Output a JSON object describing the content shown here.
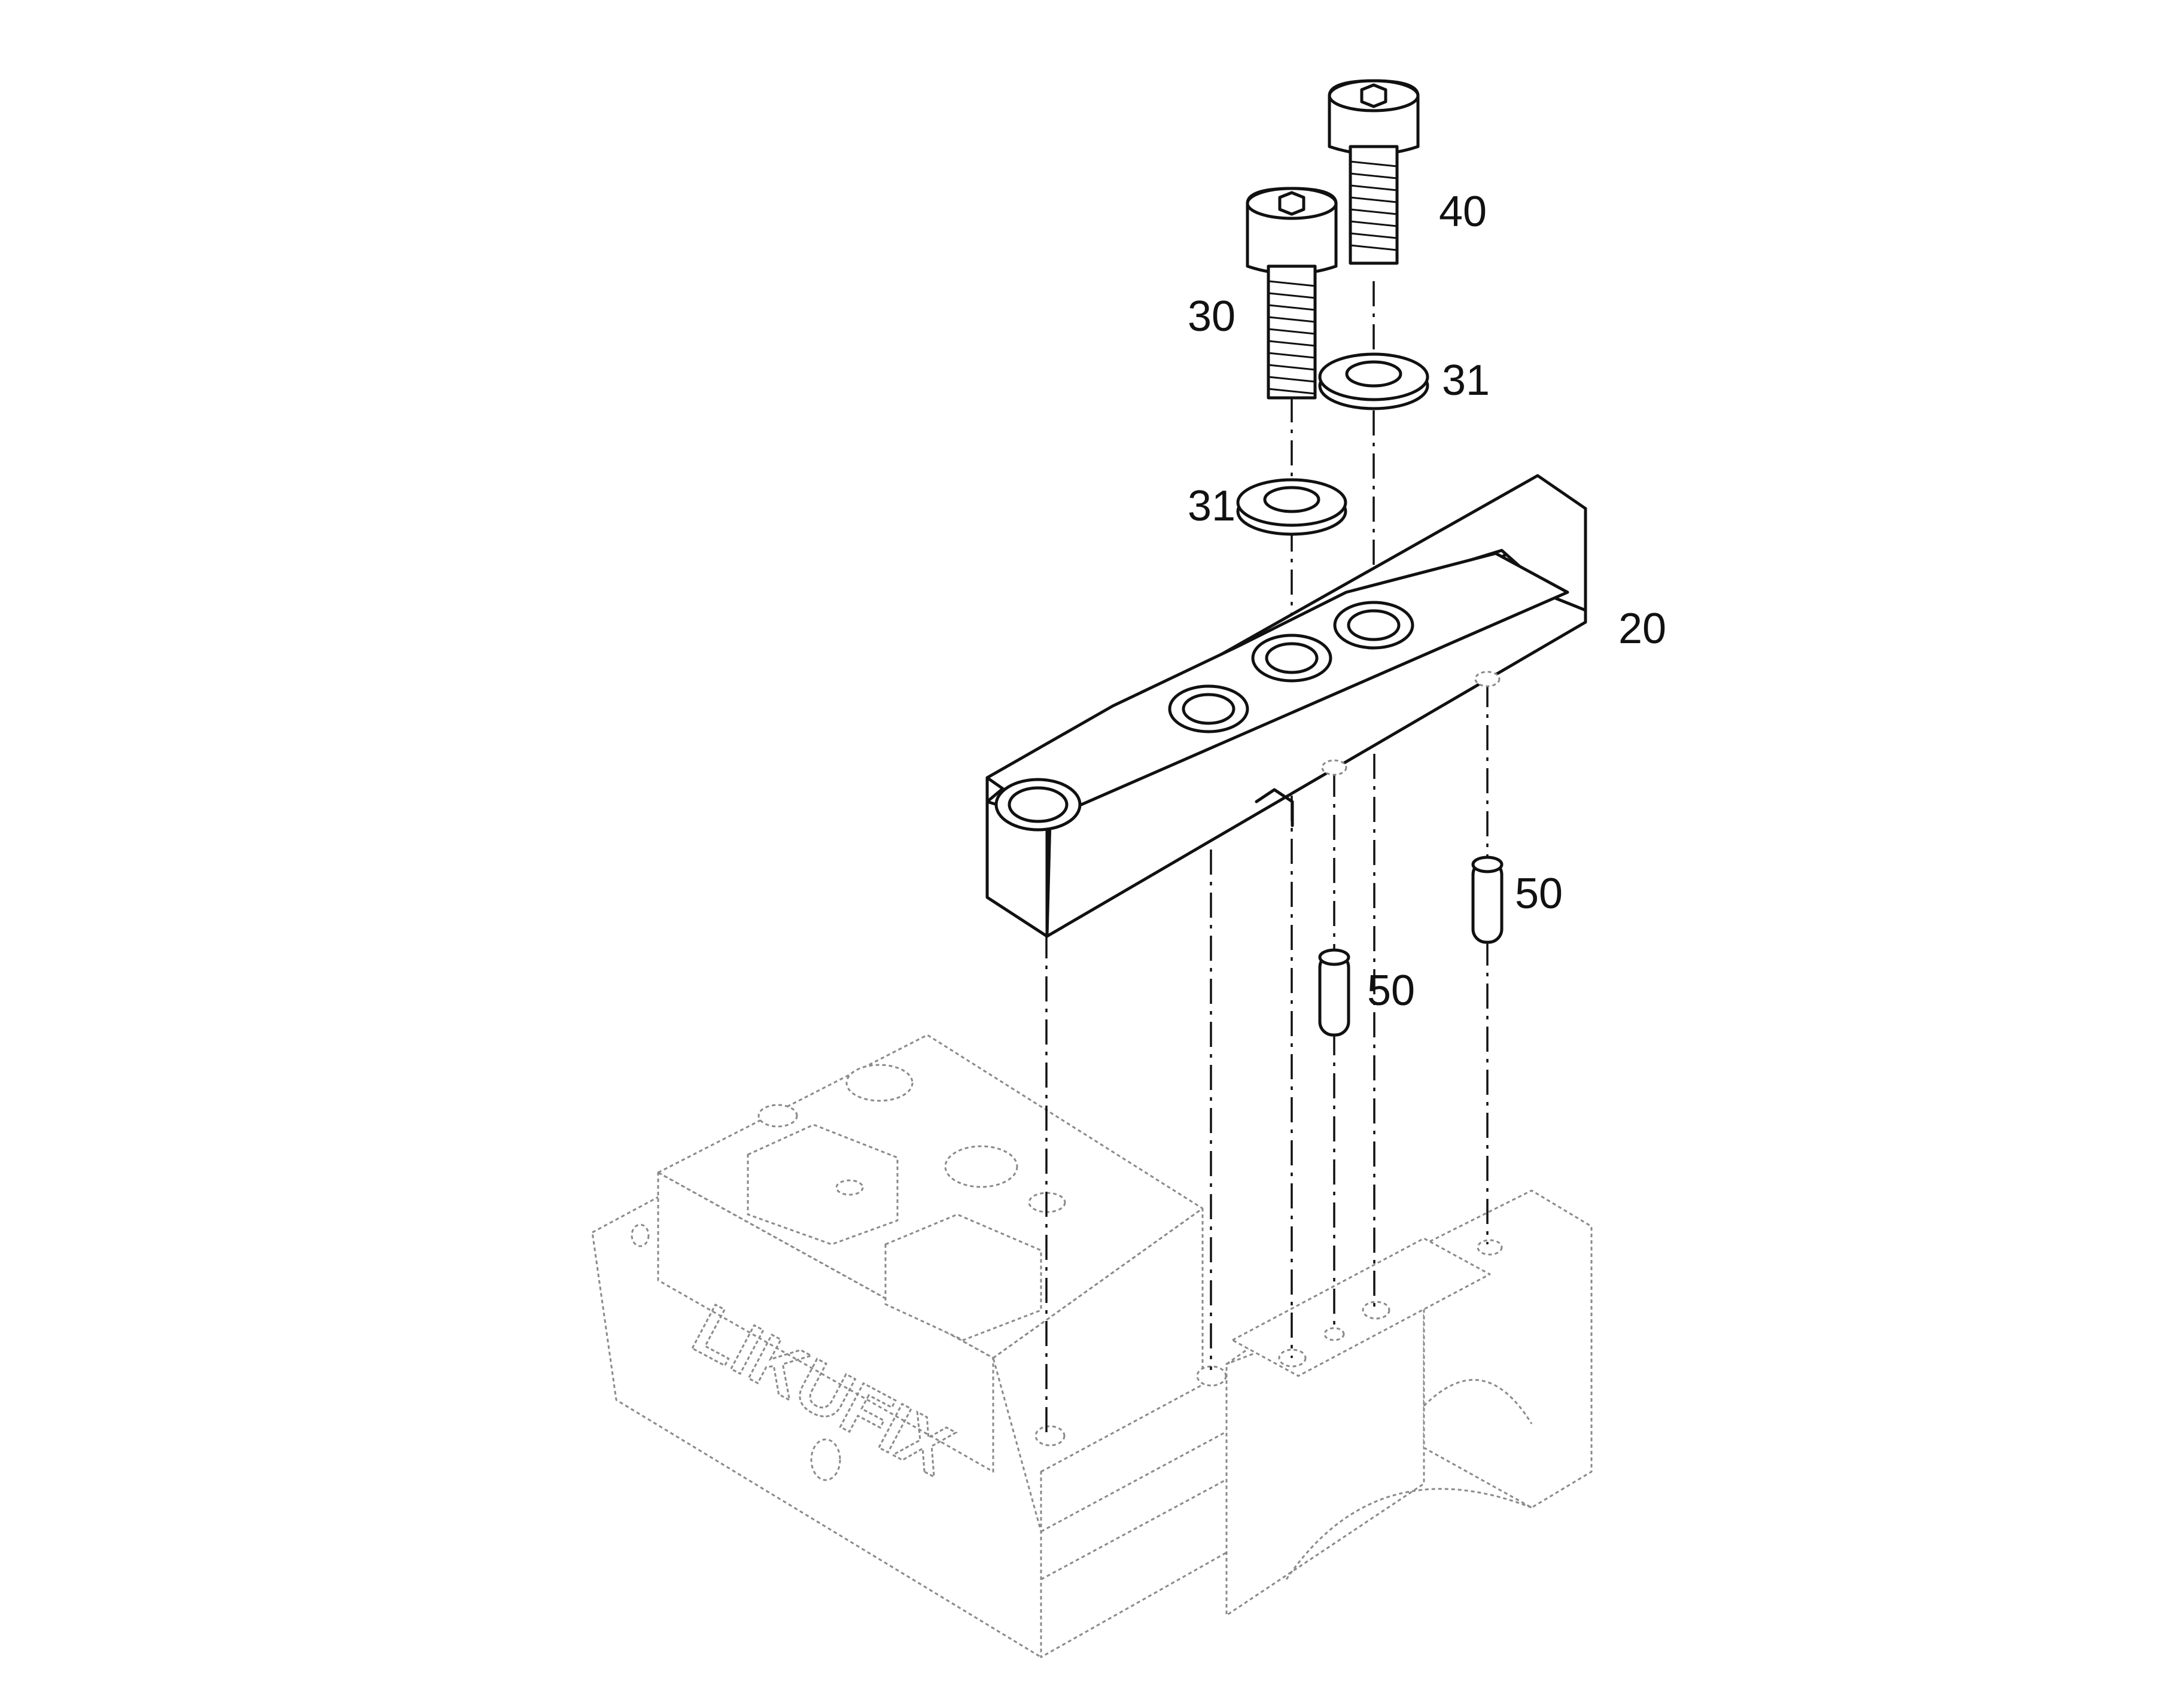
{
  "callouts": {
    "screw_30": "30",
    "screw_40": "40",
    "washer_31_upper": "31",
    "washer_31_lower": "31",
    "jaw_20": "20",
    "pin_50_left": "50",
    "pin_50_right": "50"
  },
  "base_logo_text": "LIKUFIX",
  "colors": {
    "line": "#111111",
    "ghost_line": "#8a8a8a",
    "background": "#ffffff"
  }
}
